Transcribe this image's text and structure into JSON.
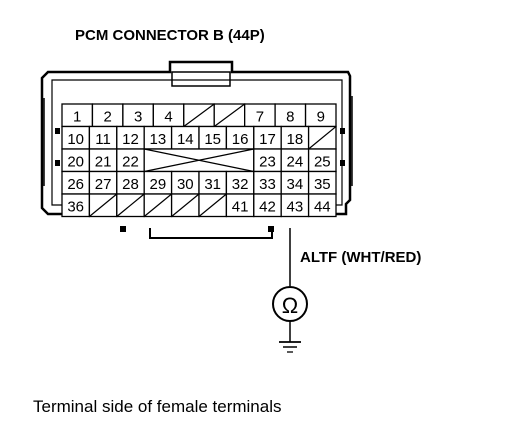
{
  "title": "PCM CONNECTOR B (44P)",
  "caption": "Terminal side of female terminals",
  "wire_label": "ALTF (WHT/RED)",
  "meter_symbol": "Ω",
  "meter_icon": "ohmmeter-icon",
  "ground_icon": "ground-icon",
  "probe_pin": "43",
  "connector": {
    "rows": [
      {
        "cells": [
          {
            "pin": "1"
          },
          {
            "pin": "2"
          },
          {
            "pin": "3"
          },
          {
            "pin": "4"
          },
          {
            "pin": "",
            "blank": true
          },
          {
            "pin": "",
            "blank": true
          },
          {
            "pin": "7"
          },
          {
            "pin": "8"
          },
          {
            "pin": "9"
          }
        ]
      },
      {
        "cells": [
          {
            "pin": "10"
          },
          {
            "pin": "11"
          },
          {
            "pin": "12"
          },
          {
            "pin": "13"
          },
          {
            "pin": "14"
          },
          {
            "pin": "15"
          },
          {
            "pin": "16"
          },
          {
            "pin": "17"
          },
          {
            "pin": "18"
          },
          {
            "pin": "",
            "blank": true
          }
        ]
      },
      {
        "cells": [
          {
            "pin": "20"
          },
          {
            "pin": "21"
          },
          {
            "pin": "22"
          },
          {
            "pin": "",
            "blank": true,
            "span": 4
          },
          {
            "pin": "23"
          },
          {
            "pin": "24"
          },
          {
            "pin": "25"
          }
        ]
      },
      {
        "cells": [
          {
            "pin": "26"
          },
          {
            "pin": "27"
          },
          {
            "pin": "28"
          },
          {
            "pin": "29"
          },
          {
            "pin": "30"
          },
          {
            "pin": "31"
          },
          {
            "pin": "32"
          },
          {
            "pin": "33"
          },
          {
            "pin": "34"
          },
          {
            "pin": "35"
          }
        ]
      },
      {
        "cells": [
          {
            "pin": "36"
          },
          {
            "pin": "",
            "blank": true
          },
          {
            "pin": "",
            "blank": true
          },
          {
            "pin": "",
            "blank": true
          },
          {
            "pin": "",
            "blank": true
          },
          {
            "pin": "",
            "blank": true
          },
          {
            "pin": "41"
          },
          {
            "pin": "42"
          },
          {
            "pin": "43"
          },
          {
            "pin": "44"
          }
        ]
      }
    ]
  }
}
